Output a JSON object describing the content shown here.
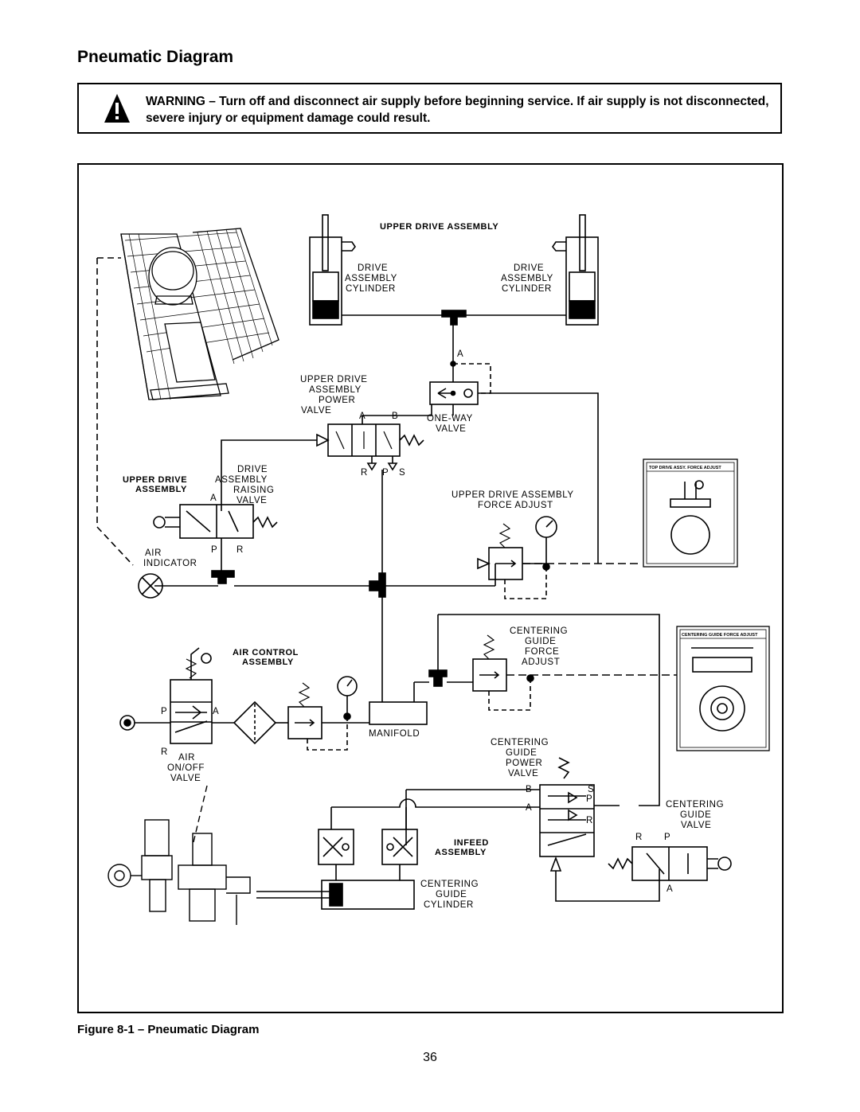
{
  "page": {
    "title": "Pneumatic Diagram",
    "warning": "WARNING – Turn off and disconnect air supply before beginning service.  If air supply is not disconnected, severe injury or equipment damage could result.",
    "caption": "Figure 8-1 – Pneumatic Diagram",
    "page_number": "36"
  },
  "diagram": {
    "upper_drive_assembly": "UPPER DRIVE ASSEMBLY",
    "drive_cyl_left": [
      "DRIVE",
      "ASSEMBLY",
      "CYLINDER"
    ],
    "drive_cyl_right": [
      "DRIVE",
      "ASSEMBLY",
      "CYLINDER"
    ],
    "power_valve": [
      "UPPER DRIVE",
      "ASSEMBLY",
      "POWER",
      "VALVE"
    ],
    "one_way_valve": [
      "ONE-WAY",
      "VALVE"
    ],
    "port_a": "A",
    "port_b": "B",
    "port_r": "R",
    "port_p": "P",
    "port_s": "S",
    "upper_drive_label": [
      "UPPER DRIVE",
      "ASSEMBLY"
    ],
    "raising_valve": [
      "DRIVE",
      "ASSEMBLY",
      "RAISING",
      "VALVE"
    ],
    "air_indicator": [
      "AIR",
      "INDICATOR"
    ],
    "force_adjust": [
      "UPPER DRIVE ASSEMBLY",
      "FORCE ADJUST"
    ],
    "top_drive_placard": "TOP DRIVE ASSY. FORCE ADJUST",
    "centering_force": [
      "CENTERING",
      "GUIDE",
      "FORCE",
      "ADJUST"
    ],
    "centering_placard": "CENTERING GUIDE FORCE ADJUST",
    "air_control": [
      "AIR CONTROL",
      "ASSEMBLY"
    ],
    "manifold": "MANIFOLD",
    "air_on_off": [
      "AIR",
      "ON/OFF",
      "VALVE"
    ],
    "centering_power": [
      "CENTERING",
      "GUIDE",
      "POWER",
      "VALVE"
    ],
    "centering_valve": [
      "CENTERING",
      "GUIDE",
      "VALVE"
    ],
    "infeed": [
      "INFEED",
      "ASSEMBLY"
    ],
    "centering_cylinder": [
      "CENTERING",
      "GUIDE",
      "CYLINDER"
    ]
  }
}
